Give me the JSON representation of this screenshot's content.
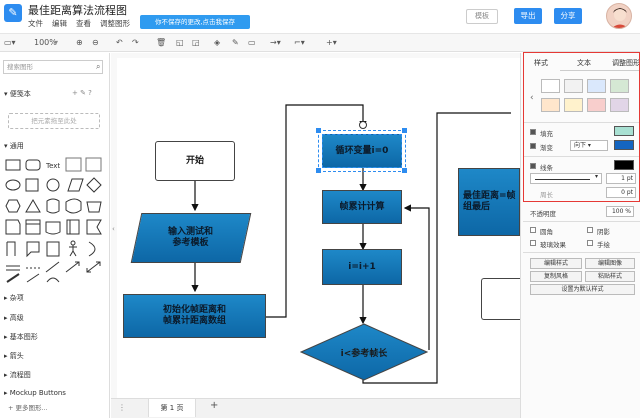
{
  "app": {
    "title": "最佳距离算法流程图",
    "menu": [
      "文件",
      "编辑",
      "查看",
      "调整图形"
    ],
    "save_hint": "你不保存的更改,点击我保存",
    "template_label": "模板",
    "export_label": "导出",
    "share_label": "分享"
  },
  "toolbar": {
    "zoom": "100%"
  },
  "left_panel": {
    "search_placeholder": "搜索图形",
    "scratchpad_label": "便笺本",
    "drop_hint": "把元素拖至此处",
    "general_label": "通用",
    "text_shape": "Text",
    "sections": [
      "杂项",
      "高级",
      "基本图形",
      "箭头",
      "流程图",
      "Mockup Buttons"
    ],
    "more_shapes": "+ 更多图形..."
  },
  "canvas": {
    "nodes": {
      "start": "开始",
      "input": "输入测试和\n参考模板",
      "init": "初始化帧距离和\n帧累计距离数组",
      "loop": "循环变量i=0",
      "accumulate": "帧累计计算",
      "increment": "i=i+1",
      "condition": "i<参考帧长",
      "best": "最佳距离=帧\n组最后"
    },
    "page_tab": "第 1 页",
    "add_page": "+"
  },
  "right_panel": {
    "tabs": [
      "样式",
      "文本",
      "调整图形"
    ],
    "fill_label": "填充",
    "gradient_label": "渐变",
    "gradient_dir": "向下",
    "line_label": "线条",
    "line_width": "1 pt",
    "perimeter_label": "周长",
    "perimeter_value": "0 pt",
    "opacity_label": "不透明度",
    "opacity_value": "100 %",
    "rounded_label": "圆角",
    "shadow_label": "阴影",
    "glass_label": "玻璃效果",
    "sketch_label": "手绘",
    "edit_style": "编辑样式",
    "edit_image": "编辑图像",
    "copy_style": "复制风格",
    "paste_style": "粘贴样式",
    "set_default": "设置为默认样式",
    "fill_color": "#a8e0d2",
    "gradient_color": "#1565c0",
    "line_color": "#000000"
  },
  "colors": {
    "accent": "#2d8cf0",
    "red_frame": "#e53935",
    "node_blue": "#1e88c8"
  }
}
